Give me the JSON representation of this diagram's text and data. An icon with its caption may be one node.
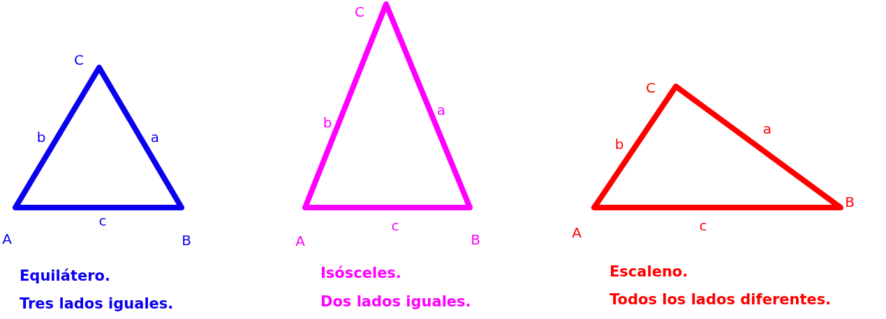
{
  "diagram": {
    "labels": [
      "C",
      "b",
      "a",
      "A",
      "c",
      "B",
      "Equilátero.",
      "Tres lados iguales.",
      "C",
      "b",
      "a",
      "A",
      "c",
      "B",
      "Isósceles.",
      "Dos lados iguales.",
      "C",
      "b",
      "a",
      "A",
      "c",
      "B",
      "Escaleno.",
      "Todos los lados diferentes."
    ]
  }
}
